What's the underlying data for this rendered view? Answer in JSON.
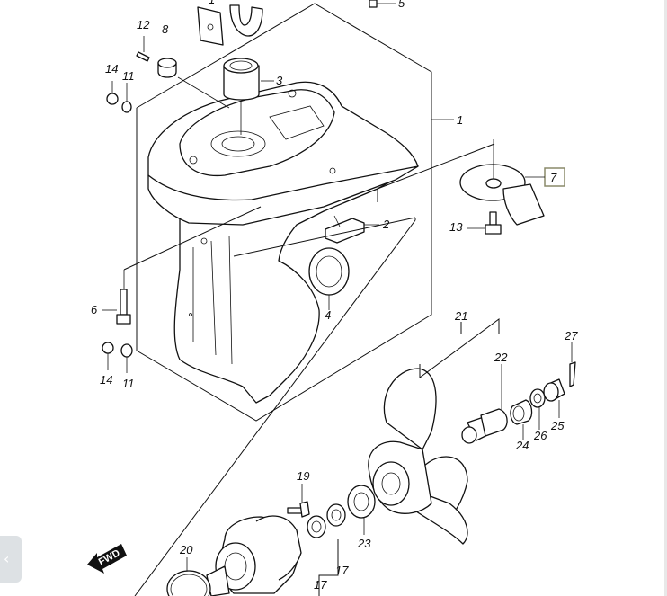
{
  "diagram": {
    "callouts": [
      {
        "id": "c1",
        "text": "1"
      },
      {
        "id": "c2",
        "text": "2"
      },
      {
        "id": "c3",
        "text": "3"
      },
      {
        "id": "c4",
        "text": "4"
      },
      {
        "id": "c5",
        "text": "5"
      },
      {
        "id": "c6",
        "text": "6"
      },
      {
        "id": "c7",
        "text": "7"
      },
      {
        "id": "c8",
        "text": "8"
      },
      {
        "id": "c11a",
        "text": "11"
      },
      {
        "id": "c11b",
        "text": "11"
      },
      {
        "id": "c12",
        "text": "12"
      },
      {
        "id": "c13",
        "text": "13"
      },
      {
        "id": "c14a",
        "text": "14"
      },
      {
        "id": "c14b",
        "text": "14"
      },
      {
        "id": "c17a",
        "text": "17"
      },
      {
        "id": "c17b",
        "text": "17"
      },
      {
        "id": "c19",
        "text": "19"
      },
      {
        "id": "c20",
        "text": "20"
      },
      {
        "id": "c21",
        "text": "21"
      },
      {
        "id": "c22",
        "text": "22"
      },
      {
        "id": "c23",
        "text": "23"
      },
      {
        "id": "c24",
        "text": "24"
      },
      {
        "id": "c25",
        "text": "25"
      },
      {
        "id": "c26",
        "text": "26"
      },
      {
        "id": "c27",
        "text": "27"
      }
    ],
    "fwd_label": "FWD",
    "highlighted_callout": "7",
    "highlight_color": "#8a8a6a"
  },
  "ui": {
    "side_tab_icon": "chevron-left-icon",
    "side_tab_glyph": "‹"
  }
}
